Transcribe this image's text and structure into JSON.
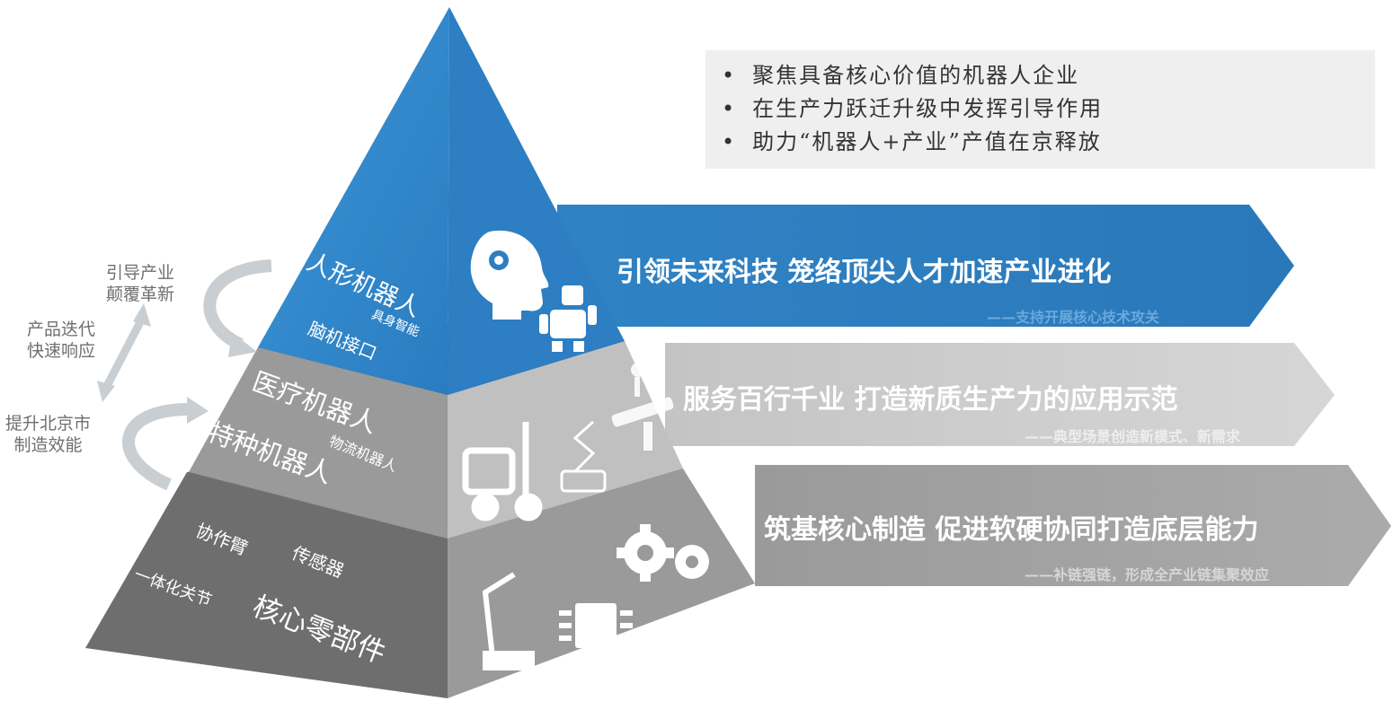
{
  "colors": {
    "blue": "#2e87c8",
    "blue_dark": "#1f6aa8",
    "light_gray": "#b4b4b4",
    "mid_gray": "#8c8c8c",
    "dark_gray": "#6b6b6b"
  },
  "bullets": [
    "聚焦具备核心价值的机器人企业",
    "在生产力跃迁升级中发挥引导作用",
    "助力“机器人+产业”产值在京释放"
  ],
  "left_labels": {
    "top_line1": "引导产业",
    "top_line2": "颠覆革新",
    "mid_line1": "产品迭代",
    "mid_line2": "快速响应",
    "bot_line1": "提升北京市",
    "bot_line2": "制造效能"
  },
  "pyramid": {
    "top": {
      "main": "人形机器人",
      "sub1": "具身智能",
      "sub2": "脑机接口"
    },
    "middle": {
      "main1": "医疗机器人",
      "main2": "特种机器人",
      "sub": "物流机器人"
    },
    "bottom": {
      "main": "核心零部件",
      "sub1": "协作臂",
      "sub2": "传感器",
      "sub3": "一体化关节"
    }
  },
  "bands": {
    "top": {
      "title": "引领未来科技 笼络顶尖人才加速产业进化",
      "subtitle": "——支持开展核心技术攻关"
    },
    "middle": {
      "title": "服务百行千业 打造新质生产力的应用示范",
      "subtitle": "——典型场景创造新模式、新需求"
    },
    "bottom": {
      "title": "筑基核心制造 促进软硬协同打造底层能力",
      "subtitle": "——补链强链，形成全产业链集聚效应"
    }
  },
  "icons": [
    "brain-gear-icon",
    "robot-icon",
    "robot-arm-icon",
    "forklift-icon",
    "medical-bed-icon",
    "gears-icon",
    "chip-icon",
    "industrial-arm-icon"
  ]
}
